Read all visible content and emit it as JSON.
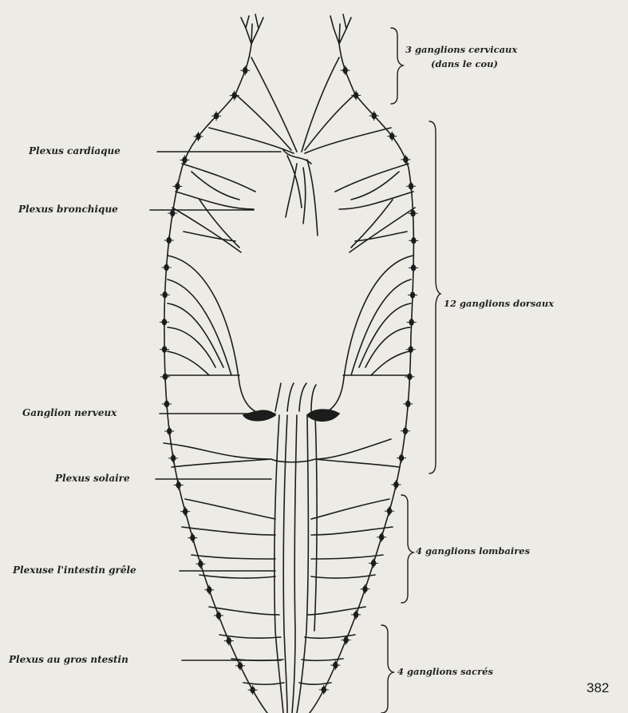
{
  "left_labels": {
    "plexus_cardiaque": "Plexus cardiaque",
    "plexus_bronchique": "Plexus bronchique",
    "ganglion_nerveux": "Ganglion nerveux",
    "plexus_solaire": "Plexus solaire",
    "plexus_intestin_grele": "Plexuse l'intestin grêle",
    "plexus_gros_intestin": "Plexus au gros ntestin"
  },
  "right_labels": {
    "cervicaux_line1": "3 ganglions cervicaux",
    "cervicaux_line2": "(dans le cou)",
    "dorsaux": "12 ganglions dorsaux",
    "lombaires": "4 ganglions lombaires",
    "sacres": "4 ganglions sacrés"
  },
  "page_number": "382",
  "colors": {
    "ink": "#1c1c1c",
    "paper": "#ecebe6"
  }
}
